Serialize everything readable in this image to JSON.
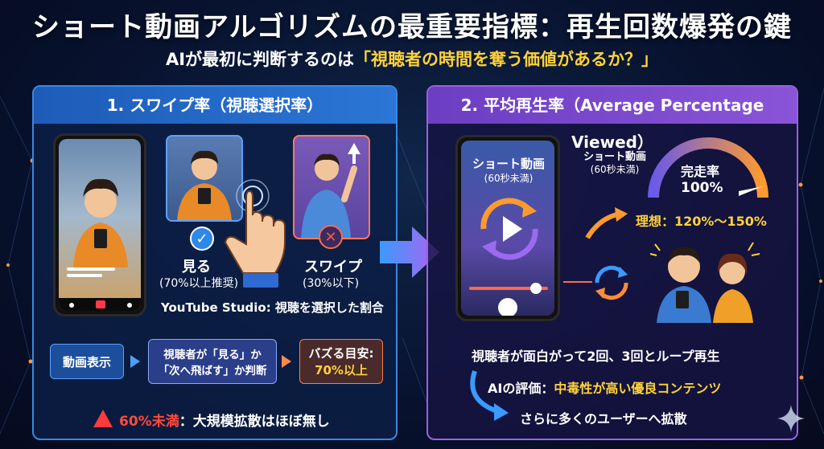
{
  "title": "ショート動画アルゴリズムの最重要指標：再生回数爆発の鍵",
  "subtitle": {
    "prefix": "AIが最初に判断するのは",
    "highlight": "「視聴者の時間を奪う価値があるか？」"
  },
  "left_panel": {
    "heading": "1. スワイプ率（視聴選択率）",
    "watch_label": "見る",
    "watch_note": "(70%以上推奨)",
    "swipe_label": "スワイプ",
    "swipe_note": "(30%以下)",
    "studio_note": "YouTube Studio: 視聴を選択した割合",
    "flow": {
      "step1": "動画表示",
      "step2_line1": "視聴者が「見る」か",
      "step2_line2": "「次へ飛ばす」か判断",
      "step3_line1": "バズる目安:",
      "step3_line2": "70%以上"
    },
    "warning_highlight": "60%未満",
    "warning_text": "：大規模拡散はほぼ無し"
  },
  "right_panel": {
    "heading": "2. 平均再生率（Average Percentage Viewed）",
    "phone_label_line1": "ショート動画",
    "phone_label_line2": "(60秒未満)",
    "gauge_label_line1": "ショート動画",
    "gauge_label_line2": "(60秒未満)",
    "completion_label": "完走率",
    "completion_value": "100%",
    "ideal_text": "理想：120%〜150%",
    "loop_text": "視聴者が面白がって2回、3回とループ再生",
    "ai_eval_prefix": "AIの評価：",
    "ai_eval_highlight": "中毒性が高い優良コンテンツ",
    "spread_text": "さらに多くのユーザーへ拡散"
  },
  "colors": {
    "accent_yellow": "#ffd23a",
    "accent_orange": "#ff9a2e",
    "warning_red": "#ff4a3a",
    "blue": "#3a88e0",
    "purple": "#9a62e0"
  }
}
